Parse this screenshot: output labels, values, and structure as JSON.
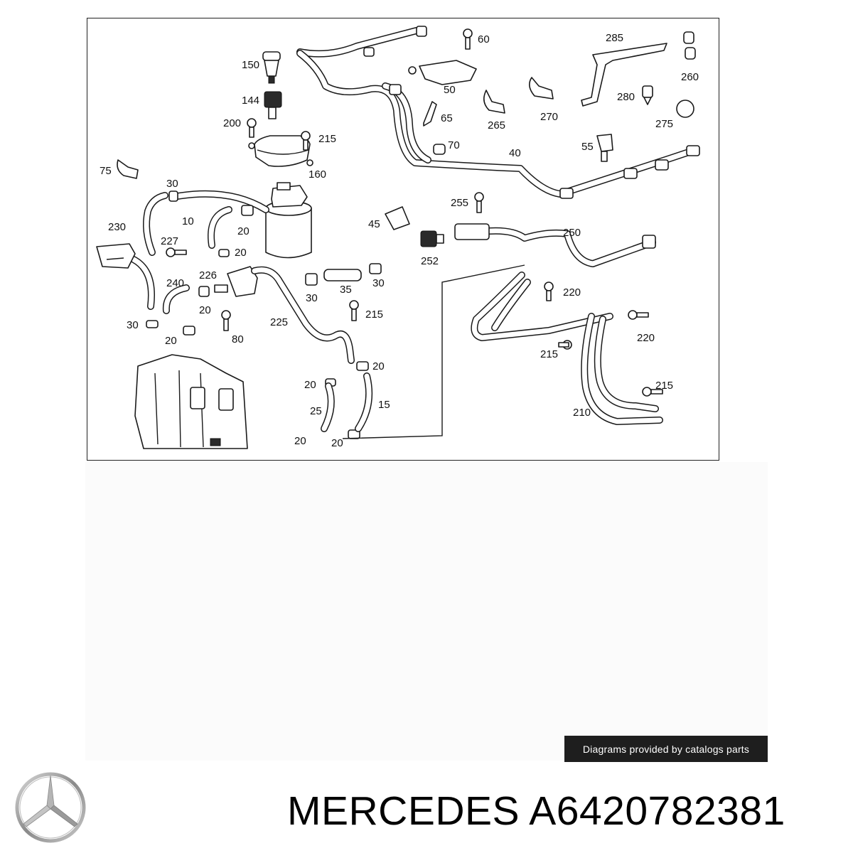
{
  "diagram": {
    "callouts": [
      "150",
      "144",
      "200",
      "215",
      "160",
      "75",
      "30",
      "230",
      "10",
      "20",
      "227",
      "20",
      "226",
      "240",
      "30",
      "20",
      "20",
      "80",
      "30",
      "35",
      "30",
      "225",
      "215",
      "20",
      "20",
      "25",
      "15",
      "20",
      "20",
      "60",
      "50",
      "65",
      "70",
      "285",
      "260",
      "265",
      "270",
      "280",
      "275",
      "40",
      "55",
      "45",
      "255",
      "250",
      "252",
      "220",
      "220",
      "215",
      "215",
      "210"
    ]
  },
  "badge": {
    "text": "Diagrams provided by catalogs parts"
  },
  "caption": {
    "text": "MERCEDES A6420782381"
  },
  "logo": {
    "name": "mercedes-star-icon"
  }
}
